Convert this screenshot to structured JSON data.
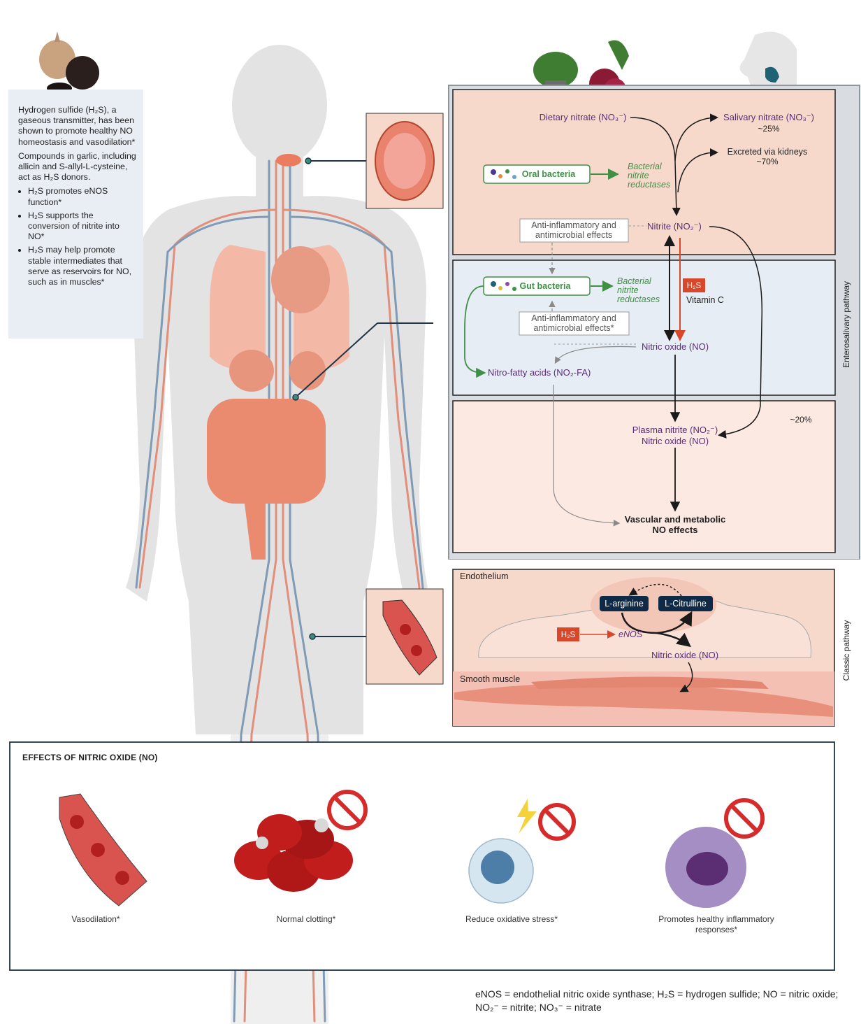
{
  "side_note": {
    "intro": "Hydrogen sulfide (H₂S), a gaseous transmitter, has been shown to promote healthy NO homeostasis and vasodilation*",
    "compounds": "Compounds in garlic, including allicin and S-allyl-L-cysteine, act as H₂S donors.",
    "bullets": [
      "H₂S promotes eNOS function*",
      "H₂S supports the conversion of nitrite into NO*",
      "H₂S may help promote stable intermediates that serve as reservoirs for NO, such as in muscles*"
    ]
  },
  "entero": {
    "side_label": "Enterosalivary pathway",
    "dietary_nitrate": "Dietary nitrate (NO₃⁻)",
    "salivary_nitrate": "Salivary nitrate (NO₃⁻)",
    "salivary_pct": "~25%",
    "excreted": "Excreted via kidneys",
    "excreted_pct": "~70%",
    "oral_bacteria": "Oral bacteria",
    "bact_reductases_1": "Bacterial nitrite reductases",
    "anti_inflam_1": "Anti-inflammatory and antimicrobial effects",
    "nitrite": "Nitrite (NO₂⁻)",
    "gut_bacteria": "Gut bacteria",
    "bact_reductases_2": "Bacterial nitrite reductases",
    "h2s": "H₂S",
    "vitamin_c": "Vitamin C",
    "anti_inflam_2": "Anti-inflammatory and antimicrobial effects*",
    "nitric_oxide": "Nitric oxide (NO)",
    "nitro_fatty": "Nitro-fatty acids (NO₂-FA)",
    "plasma_nitrite": "Plasma nitrite (NO₂⁻)",
    "plasma_no": "Nitric oxide (NO)",
    "plasma_pct": "~20%",
    "vascular": "Vascular and metabolic NO effects"
  },
  "classic": {
    "side_label": "Classic pathway",
    "endothelium": "Endothelium",
    "l_arginine": "L-arginine",
    "l_citrulline": "L-Citrulline",
    "h2s": "H₂S",
    "enos": "eNOS",
    "nitric_oxide": "Nitric oxide (NO)",
    "smooth_muscle": "Smooth muscle"
  },
  "effects": {
    "title": "EFFECTS OF NITRIC OXIDE (NO)",
    "items": [
      {
        "label": "Vasodilation*"
      },
      {
        "label": "Normal clotting*"
      },
      {
        "label": "Reduce oxidative stress*"
      },
      {
        "label": "Promotes healthy inflammatory responses*"
      }
    ]
  },
  "legend": "eNOS = endothelial nitric oxide synthase; H₂S = hydrogen sulfide; NO = nitric oxide; NO₂⁻ = nitrite; NO₃⁻ = nitrate",
  "colors": {
    "panel_pink": "#f7d9cc",
    "panel_blue": "#e6edf4",
    "panel_light": "#fbe9e2",
    "green": "#3f8f45",
    "purple": "#5a2d7a",
    "red_arrow": "#d9472b",
    "navy": "#0f2a47"
  }
}
